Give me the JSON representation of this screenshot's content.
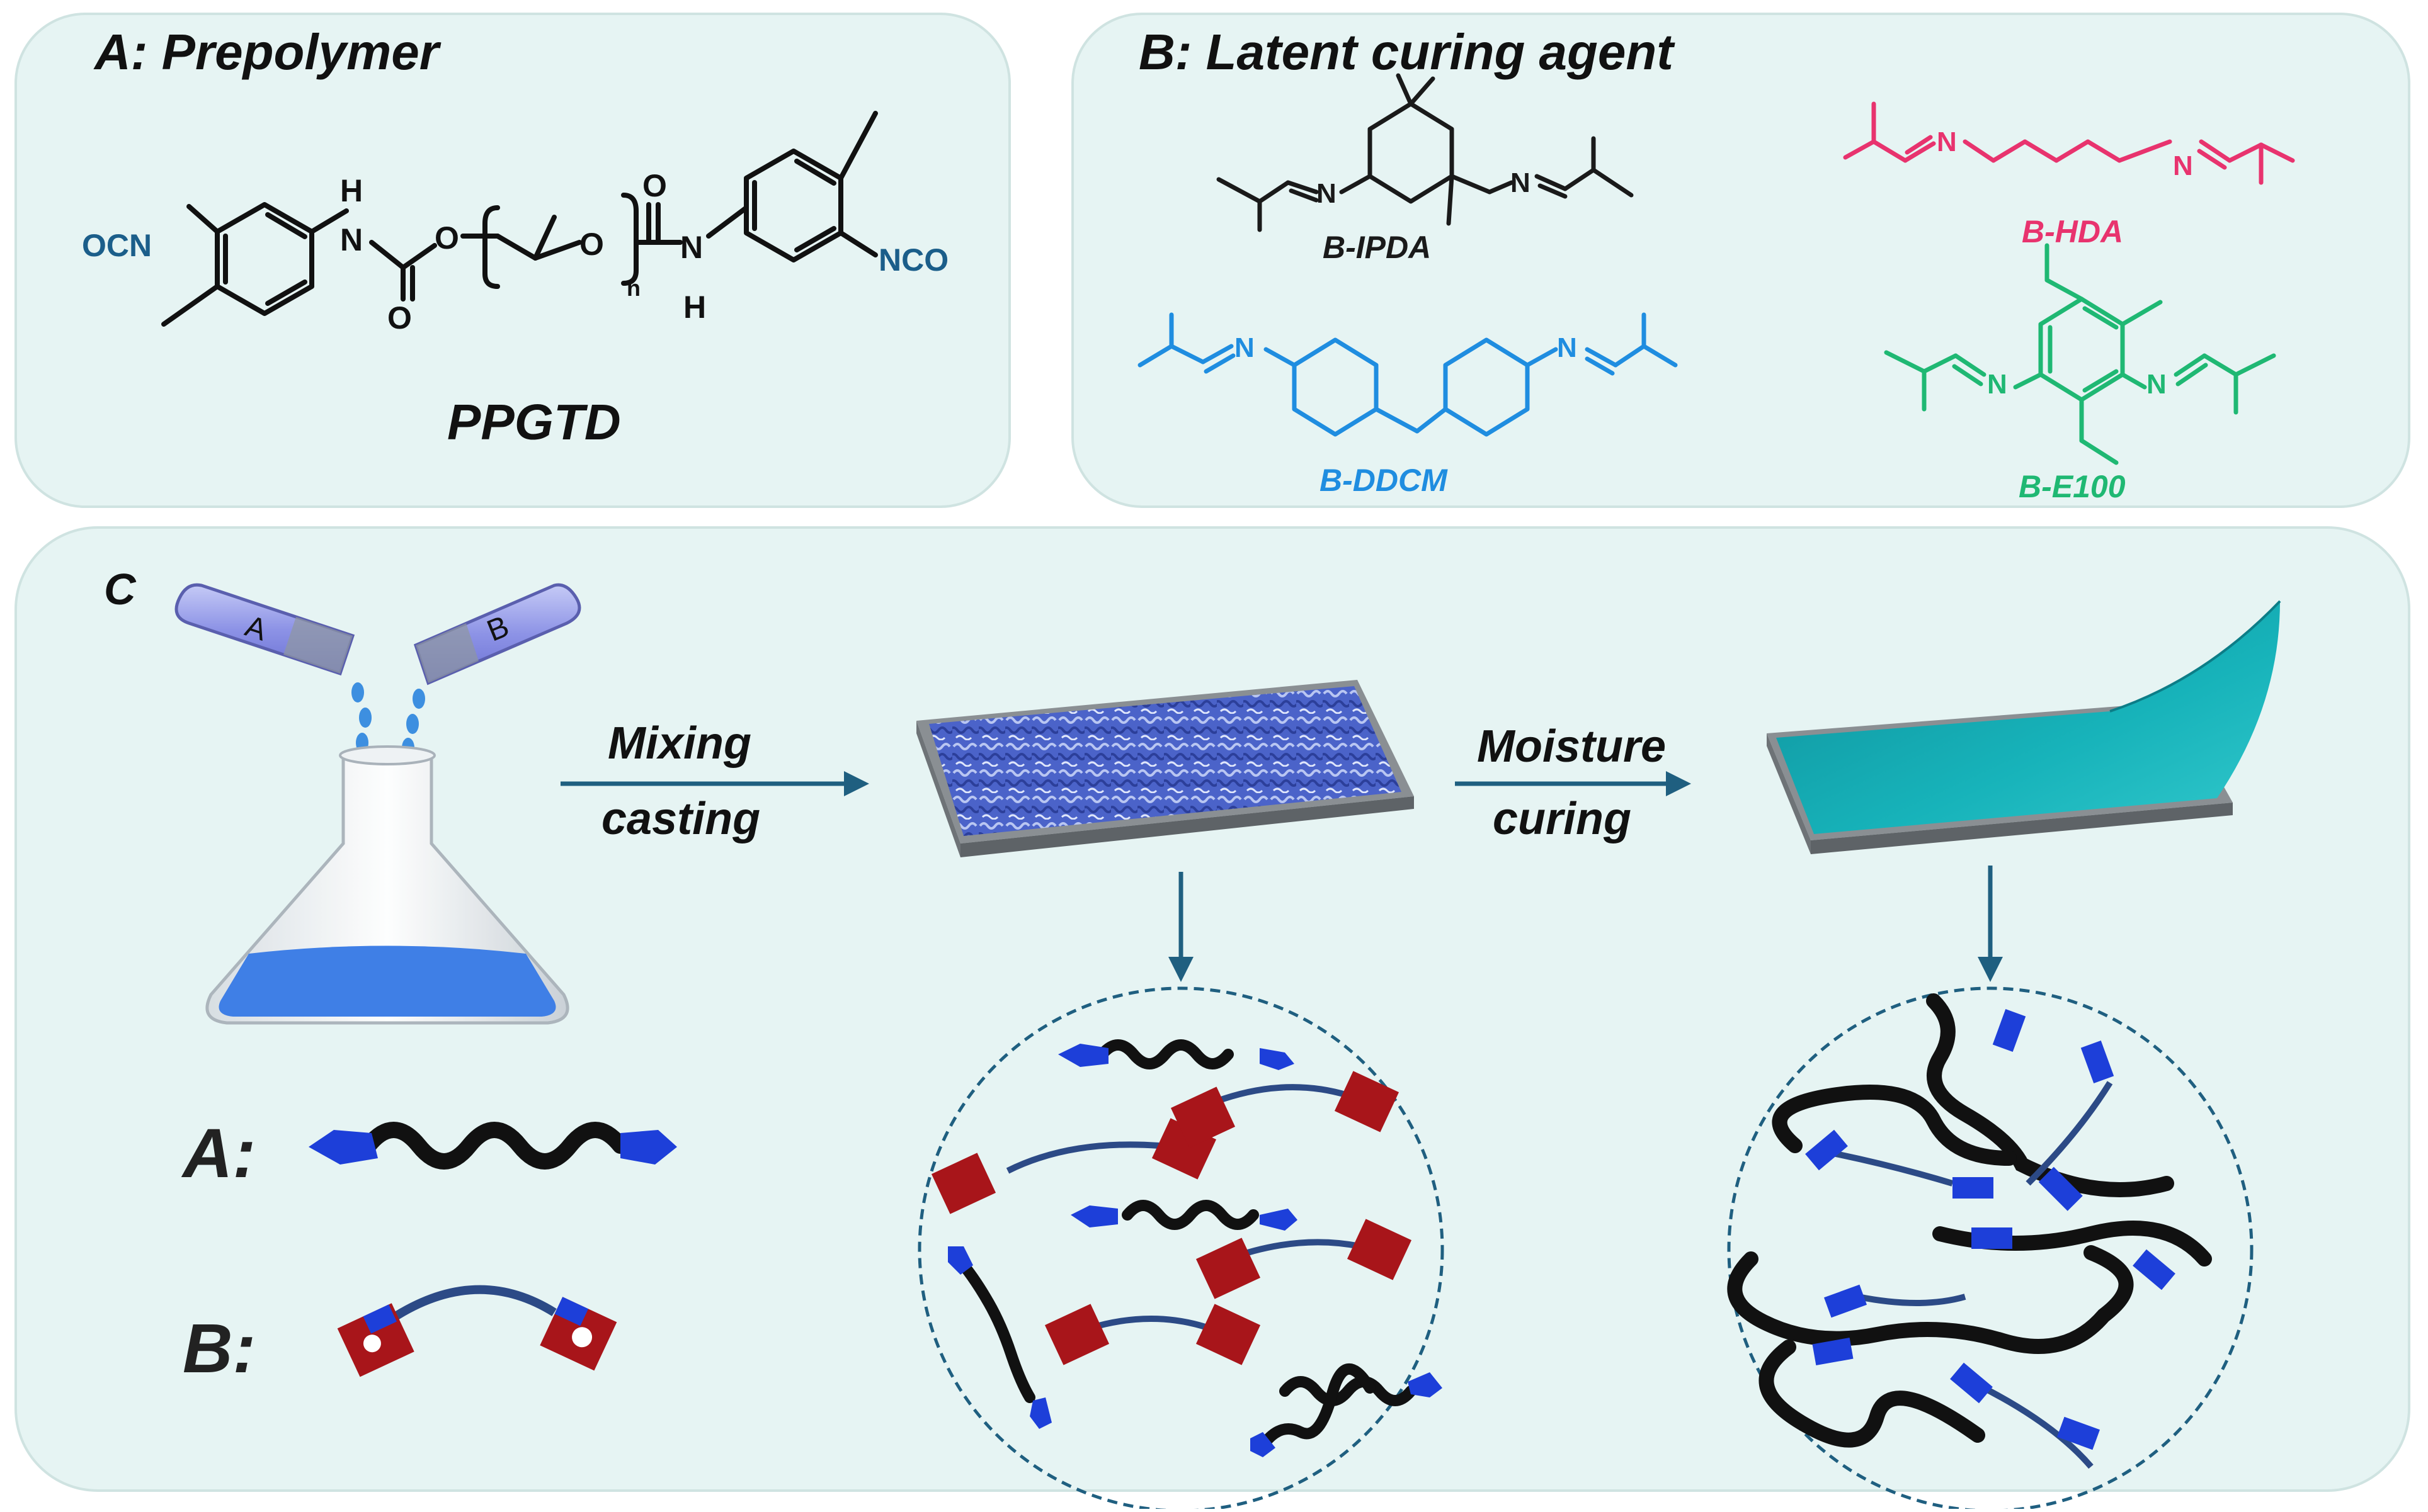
{
  "panel_a": {
    "title": "A: Prepolymer",
    "compound_name": "PPGTD",
    "atoms": {
      "ocn": "OCN",
      "nco": "NCO",
      "n1": "N",
      "h1": "H",
      "o1": "O",
      "o2": "O",
      "n2": "N",
      "h2": "H",
      "o_ether": "O",
      "o_carbonyl": "O",
      "subscript_n": "n"
    }
  },
  "panel_b": {
    "title": "B: Latent curing agent",
    "compounds": [
      {
        "name": "B-IPDA",
        "color": "#1a1a1a"
      },
      {
        "name": "B-HDA",
        "color": "#e8336e"
      },
      {
        "name": "B-DDCM",
        "color": "#1f8de0"
      },
      {
        "name": "B-E100",
        "color": "#1fb873"
      }
    ],
    "atom_n": "N"
  },
  "panel_c": {
    "label": "C",
    "tube_a": "A",
    "tube_b": "B",
    "step1": {
      "line1": "Mixing",
      "line2": "casting"
    },
    "step2": {
      "line1": "Moisture",
      "line2": "curing"
    },
    "legend_a": "A:",
    "legend_b": "B:"
  },
  "colors": {
    "panel_bg": "#e6f4f3",
    "panel_border": "#cfe3e1",
    "isocyanate": "#1b5e8a",
    "arrow": "#1f5f80",
    "end_cap": "#1d3fd9",
    "blocked_group": "#a8151a",
    "film": "#17a9b0",
    "tray": "#8a8f93"
  }
}
